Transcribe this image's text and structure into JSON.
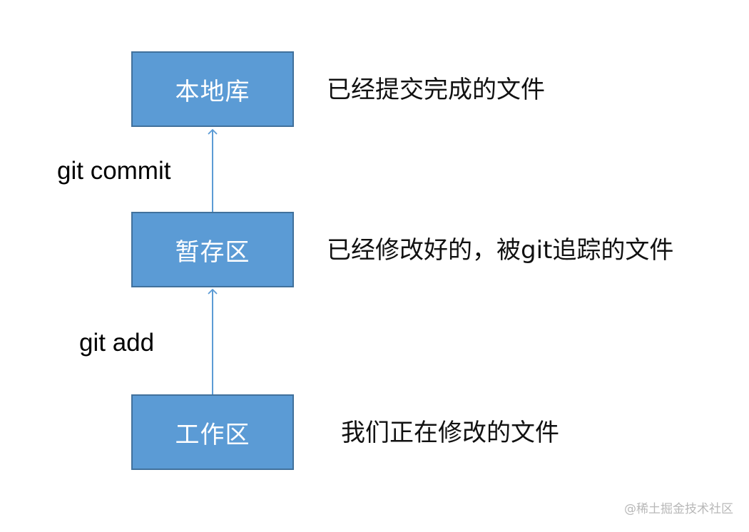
{
  "nodes": {
    "local_repo": {
      "label": "本地库",
      "description": "已经提交完成的文件"
    },
    "staging": {
      "label": "暂存区",
      "description": "已经修改好的，被git追踪的文件"
    },
    "working": {
      "label": "工作区",
      "description": "我们正在修改的文件"
    }
  },
  "edges": {
    "commit": {
      "label": "git commit"
    },
    "add": {
      "label": "git add"
    }
  },
  "watermark": "@稀土掘金技术社区",
  "colors": {
    "box_fill": "#5b9bd5",
    "box_border": "#41719c",
    "arrow": "#5b9bd5"
  }
}
